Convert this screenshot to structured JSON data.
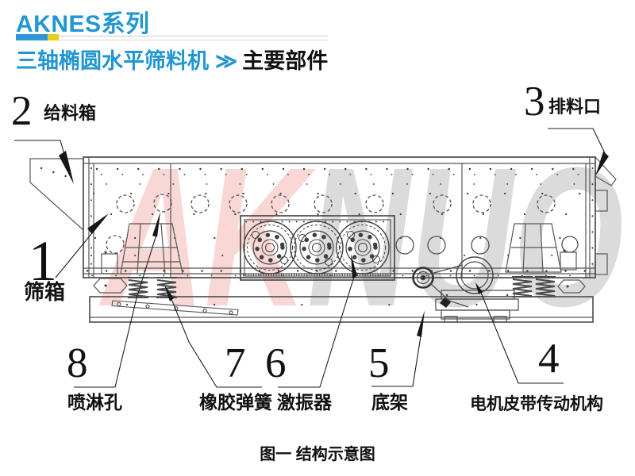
{
  "header": {
    "series_title": "AKNES系列",
    "subtitle_product": "三轴椭圆水平筛料机",
    "subtitle_separator": "≫",
    "subtitle_section": "主要部件"
  },
  "watermark": {
    "part1": "AK",
    "part2": "NUO",
    "color_pink": "#f8d7d4",
    "color_gray": "#dbdbdb"
  },
  "labels": [
    {
      "num": "1",
      "text": "筛箱"
    },
    {
      "num": "2",
      "text": "给料箱"
    },
    {
      "num": "3",
      "text": "排料口"
    },
    {
      "num": "4",
      "text": "电机皮带传动机构"
    },
    {
      "num": "5",
      "text": "底架"
    },
    {
      "num": "6",
      "text": "激振器"
    },
    {
      "num": "7",
      "text": "橡胶弹簧"
    },
    {
      "num": "8",
      "text": "喷淋孔"
    }
  ],
  "caption": "图一 结构示意图",
  "colors": {
    "accent_blue": "#2196d0",
    "accent_yellow": "#e9cf1c",
    "line_gray": "#565656"
  }
}
